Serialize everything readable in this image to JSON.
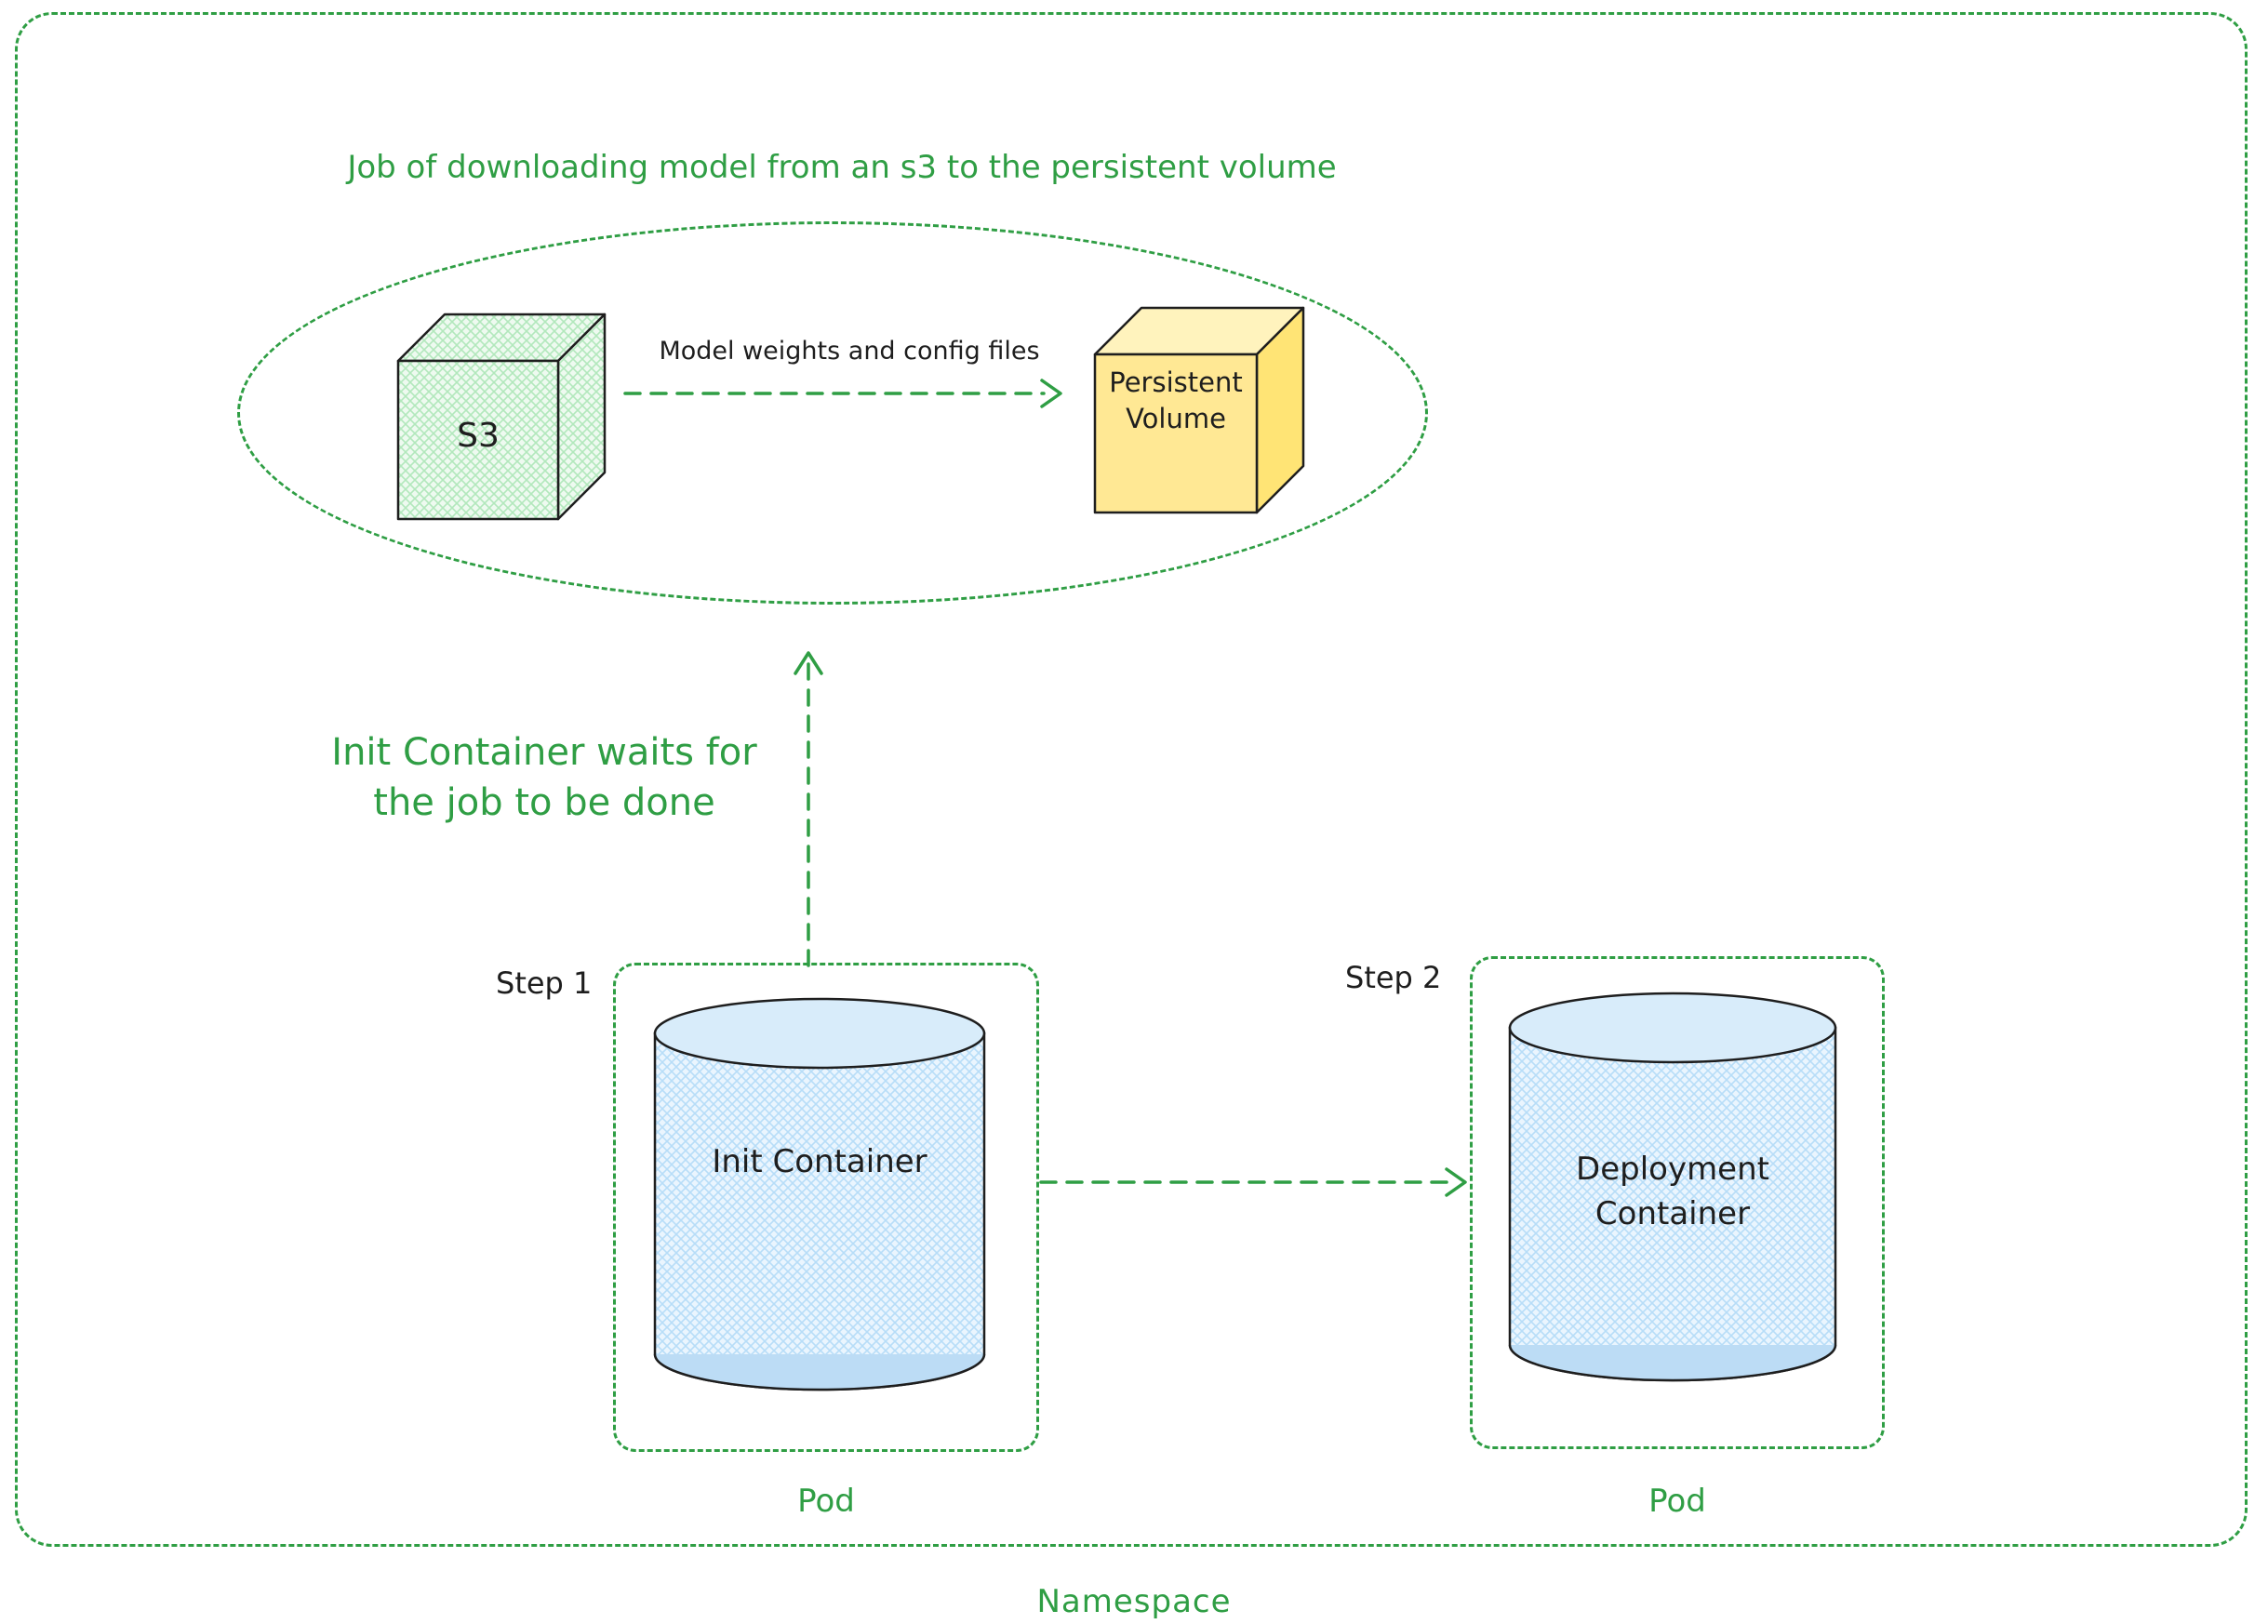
{
  "colors": {
    "accent_green": "#2f9e44",
    "ink": "#1e1e1e",
    "s3_fill": "#b2f2bb",
    "persistent_volume_fill": "#ffec99",
    "container_fill": "#a5d8ff"
  },
  "namespace": {
    "label": "Namespace"
  },
  "job": {
    "title": "Job of downloading model from an s3 to the persistent volume",
    "s3_label": "S3",
    "transfer_label": "Model weights and config files",
    "persistent_volume_label_line1": "Persistent",
    "persistent_volume_label_line2": "Volume"
  },
  "wait_note": {
    "line1": "Init Container waits for",
    "line2": "the job to be done"
  },
  "pods": [
    {
      "step": "Step 1",
      "container_line1": "Init Container",
      "container_line2": "",
      "pod": "Pod"
    },
    {
      "step": "Step 2",
      "container_line1": "Deployment",
      "container_line2": "Container",
      "pod": "Pod"
    }
  ]
}
